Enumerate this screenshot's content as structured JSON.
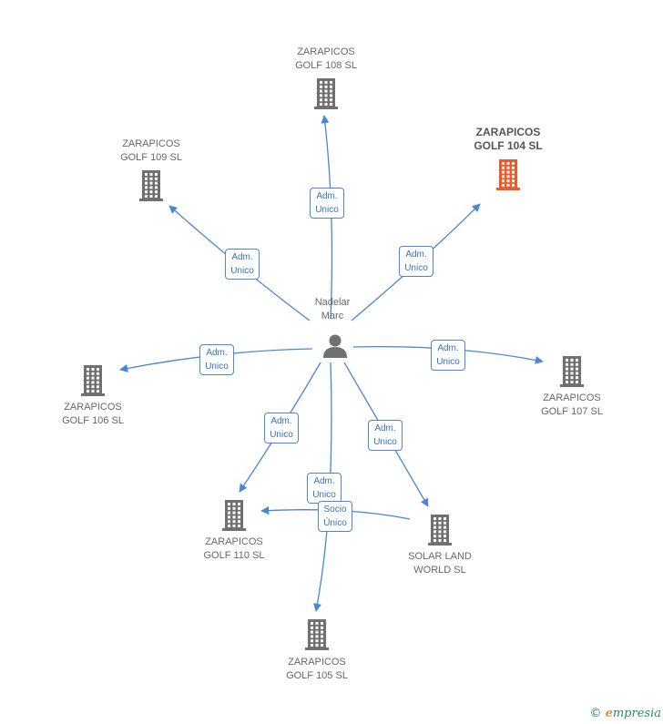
{
  "center": {
    "name_line1": "Nadelar",
    "name_line2": "Marc",
    "icon": "person-icon"
  },
  "nodes": [
    {
      "id": "golf108",
      "line1": "ZARAPICOS",
      "line2": "GOLF 108 SL",
      "highlight": false,
      "icon": "building-icon"
    },
    {
      "id": "golf104",
      "line1": "ZARAPICOS",
      "line2": "GOLF 104 SL",
      "highlight": true,
      "icon": "building-icon",
      "color": "#f05a28"
    },
    {
      "id": "golf109",
      "line1": "ZARAPICOS",
      "line2": "GOLF 109 SL",
      "highlight": false,
      "icon": "building-icon"
    },
    {
      "id": "golf106",
      "line1": "ZARAPICOS",
      "line2": "GOLF 106 SL",
      "highlight": false,
      "icon": "building-icon"
    },
    {
      "id": "golf107",
      "line1": "ZARAPICOS",
      "line2": "GOLF 107 SL",
      "highlight": false,
      "icon": "building-icon"
    },
    {
      "id": "golf110",
      "line1": "ZARAPICOS",
      "line2": "GOLF 110 SL",
      "highlight": false,
      "icon": "building-icon"
    },
    {
      "id": "solar",
      "line1": "SOLAR LAND",
      "line2": "WORLD SL",
      "highlight": false,
      "icon": "building-icon"
    },
    {
      "id": "golf105",
      "line1": "ZARAPICOS",
      "line2": "GOLF 105 SL",
      "highlight": false,
      "icon": "building-icon"
    }
  ],
  "edges": [
    {
      "from": "center",
      "to": "golf108",
      "line1": "Adm.",
      "line2": "Unico"
    },
    {
      "from": "center",
      "to": "golf104",
      "line1": "Adm.",
      "line2": "Unico"
    },
    {
      "from": "center",
      "to": "golf109",
      "line1": "Adm.",
      "line2": "Unico"
    },
    {
      "from": "center",
      "to": "golf106",
      "line1": "Adm.",
      "line2": "Unico"
    },
    {
      "from": "center",
      "to": "golf107",
      "line1": "Adm.",
      "line2": "Unico"
    },
    {
      "from": "center",
      "to": "golf110",
      "line1": "Adm.",
      "line2": "Unico"
    },
    {
      "from": "center",
      "to": "solar",
      "line1": "Adm.",
      "line2": "Unico"
    },
    {
      "from": "center",
      "to": "golf105",
      "line1": "Adm.",
      "line2": "Unico"
    },
    {
      "from": "solar",
      "to": "golf110",
      "line1": "Socio",
      "line2": "Único"
    }
  ],
  "colors": {
    "edge": "#4a86d4",
    "building": "#707070",
    "highlight": "#f05a28",
    "person": "#707070"
  },
  "footer": {
    "copyright": "©",
    "brand_e": "e",
    "brand_rest": "mpresia"
  }
}
